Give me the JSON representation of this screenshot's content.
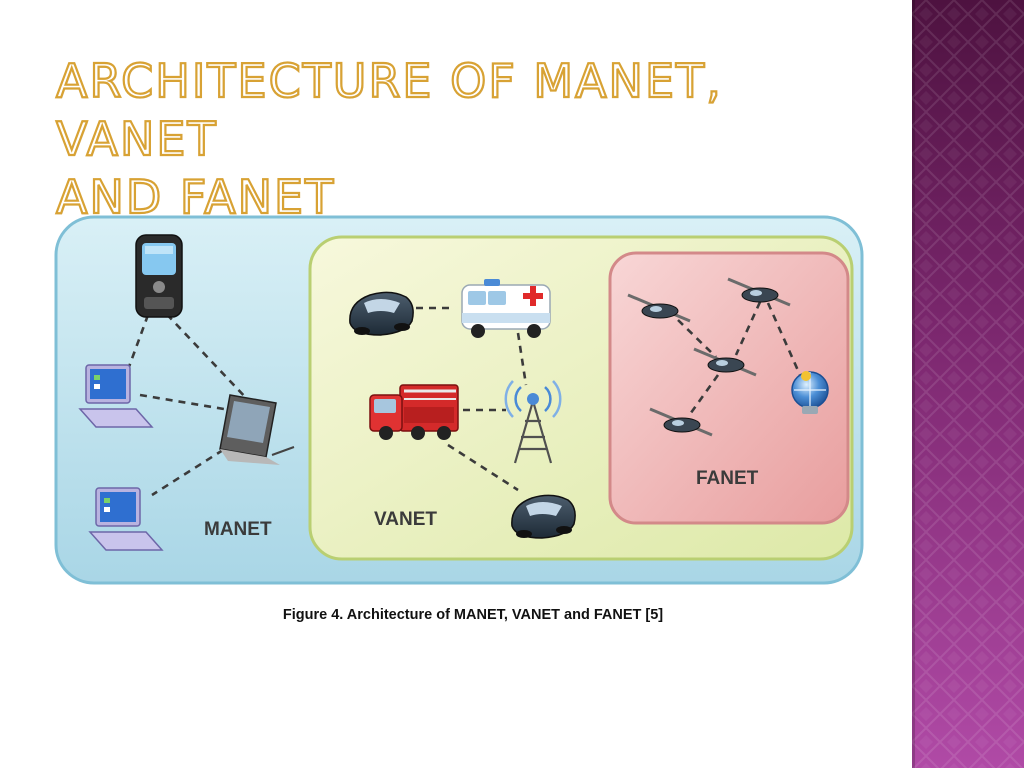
{
  "slide": {
    "title_lines": [
      "Architecture of MANET, VANET",
      "and FANET"
    ],
    "caption": "Figure 4. Architecture of MANET, VANET and FANET [5]"
  },
  "diagram": {
    "manet_label": "MANET",
    "vanet_label": "VANET",
    "fanet_label": "FANET"
  },
  "colors": {
    "title_outline": "#d8a234",
    "side_strip": "#8a2a7c",
    "manet_zone": "#bfe3ee",
    "vanet_zone": "#eef3c4",
    "fanet_zone": "#f3c3c3"
  },
  "icons": [
    "mobile-phone-icon",
    "laptop-icon",
    "pda-icon",
    "car-icon",
    "ambulance-icon",
    "fire-truck-icon",
    "antenna-tower-icon",
    "uav-icon",
    "satellite-icon"
  ]
}
